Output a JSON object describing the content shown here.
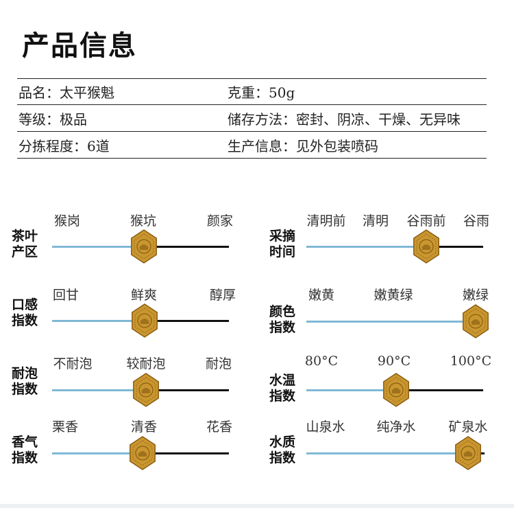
{
  "title": "产品信息",
  "info": [
    {
      "left": "品名：太平猴魁",
      "right": "克重：50g"
    },
    {
      "left": "等级：极品",
      "right": "储存方法：密封、阴凉、干燥、无异味"
    },
    {
      "left": "分拣程度：6道",
      "right": "生产信息：见外包装喷码"
    }
  ],
  "scales": [
    {
      "label": [
        "茶叶",
        "产区"
      ],
      "options": [
        "猴岗",
        "猴坑",
        "颜家"
      ],
      "level": 0.5
    },
    {
      "label": [
        "采摘",
        "时间"
      ],
      "options": [
        "清明前",
        "清明",
        "谷雨前",
        "谷雨"
      ],
      "level": 0.667
    },
    {
      "label": [
        "口感",
        "指数"
      ],
      "options": [
        "回甘",
        "鲜爽",
        "醇厚"
      ],
      "level": 0.5
    },
    {
      "label": [
        "颜色",
        "指数"
      ],
      "options": [
        "嫩黄",
        "嫩黄绿",
        "嫩绿"
      ],
      "level": 1.0
    },
    {
      "label": [
        "耐泡",
        "指数"
      ],
      "options": [
        "不耐泡",
        "较耐泡",
        "耐泡"
      ],
      "level": 0.5
    },
    {
      "label": [
        "水温",
        "指数"
      ],
      "options": [
        "80°C",
        "90°C",
        "100°C"
      ],
      "level": 0.5
    },
    {
      "label": [
        "香气",
        "指数"
      ],
      "options": [
        "栗香",
        "清香",
        "花香"
      ],
      "level": 0.5
    },
    {
      "label": [
        "水质",
        "指数"
      ],
      "options": [
        "山泉水",
        "纯净水",
        "矿泉水"
      ],
      "level": 1.0
    }
  ],
  "colors": {
    "track_filled": "#7fb8d6",
    "track_empty": "#111111",
    "marker_fill": "#c9962f",
    "marker_edge": "#8a5d12"
  },
  "icons": {
    "marker": "hexagon-tea-pot-seal-icon"
  }
}
